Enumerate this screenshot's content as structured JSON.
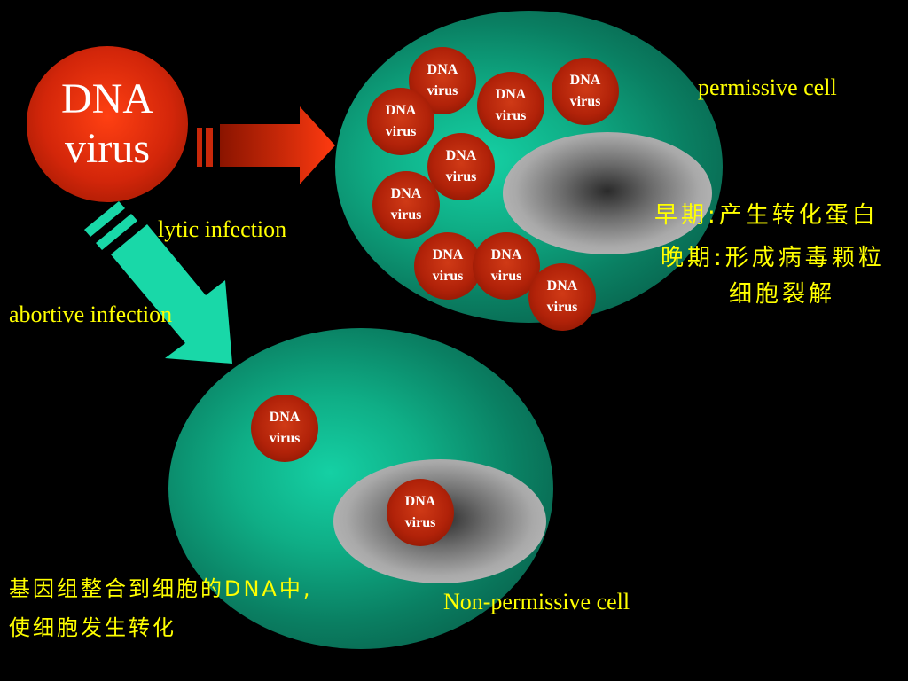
{
  "virus_label": {
    "line1": "DNA",
    "line2": "virus"
  },
  "labels": {
    "permissive_cell": "permissive cell",
    "lytic_infection": "lytic infection",
    "abortive_infection": "abortive infection",
    "non_permissive_cell": "Non-permissive cell",
    "early_phase": "早期:产生转化蛋白",
    "late_phase": "晚期:形成病毒颗粒",
    "cell_lysis": "细胞裂解",
    "integration_line1": "基因组整合到细胞的DNA中,",
    "integration_line2": "使细胞发生转化"
  },
  "colors": {
    "background": "#000000",
    "text_yellow": "#ffff00",
    "virus_red": "#b12209",
    "cell_green": "#0fae86",
    "nucleus_gray": "#a9a9a9",
    "lytic_arrow": "#d9300b",
    "abortive_arrow": "#19d8a8"
  }
}
